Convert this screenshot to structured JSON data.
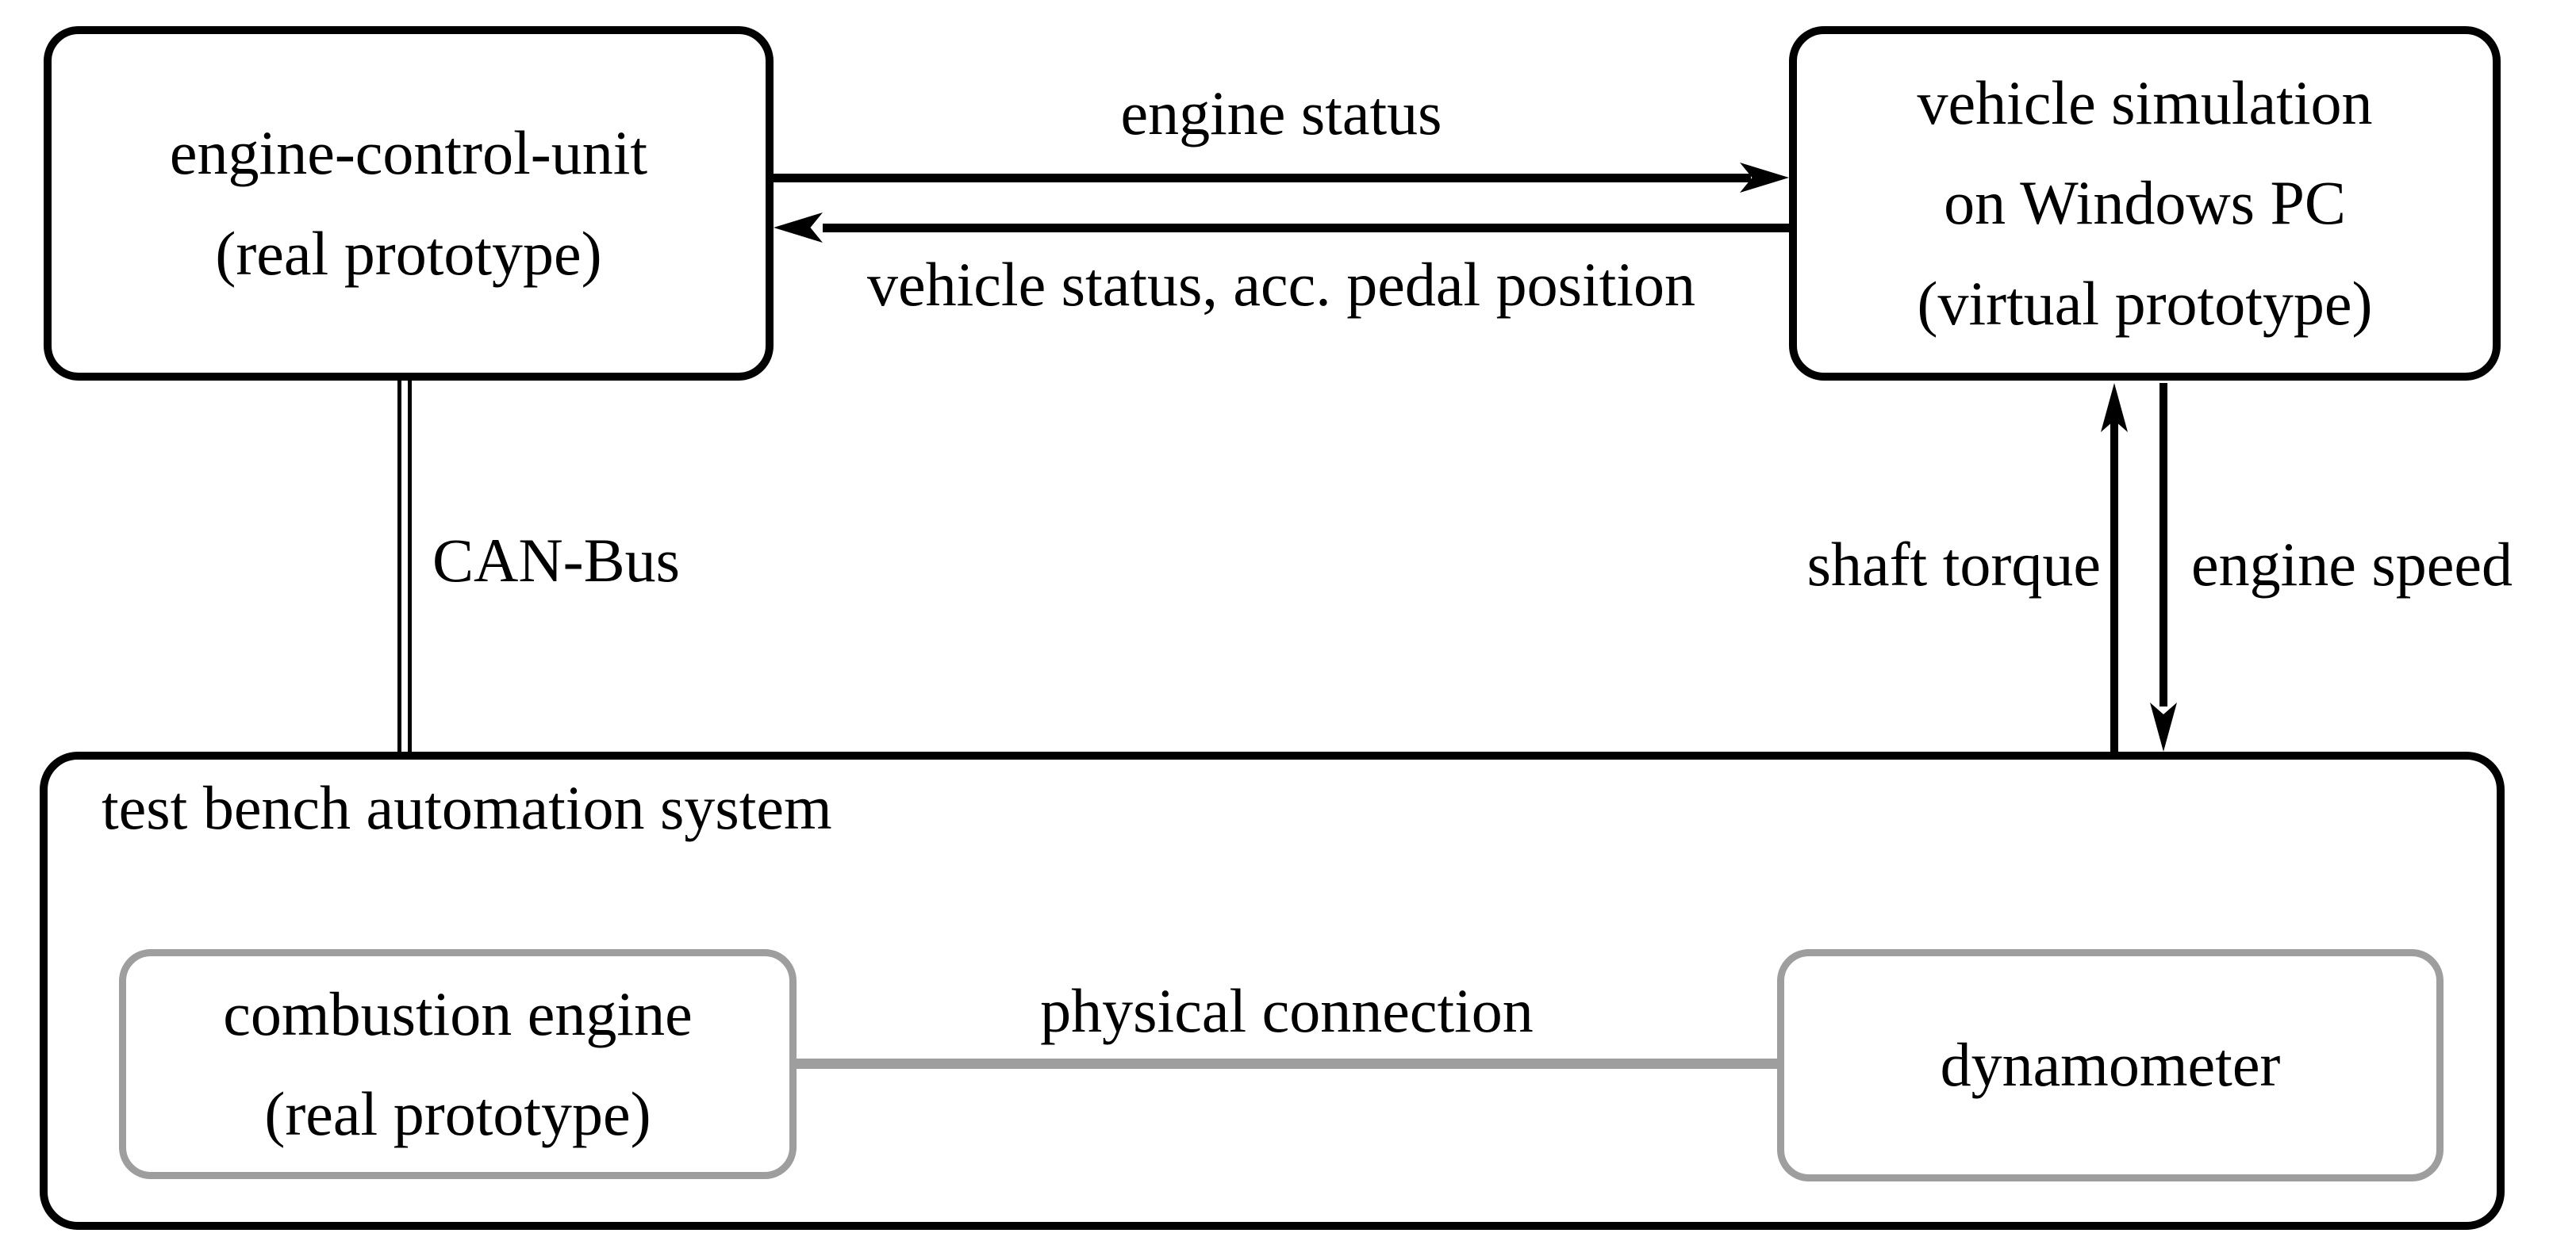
{
  "diagram": {
    "boxes": {
      "ecu": {
        "line1": "engine-control-unit",
        "line2": "(real prototype)"
      },
      "vehicle_sim": {
        "line1": "vehicle simulation",
        "line2": "on Windows PC",
        "line3": "(virtual prototype)"
      },
      "test_bench": {
        "label": "test bench automation system"
      },
      "combustion_engine": {
        "line1": "combustion engine",
        "line2": "(real prototype)"
      },
      "dynamometer": {
        "label": "dynamometer"
      }
    },
    "connections": {
      "engine_status": {
        "label": "engine status",
        "direction": "ecu-to-vehicle-sim"
      },
      "vehicle_status": {
        "label": "vehicle status, acc. pedal position",
        "direction": "vehicle-sim-to-ecu"
      },
      "can_bus": {
        "label": "CAN-Bus",
        "style": "double-line"
      },
      "shaft_torque": {
        "label": "shaft torque",
        "direction": "test-bench-to-vehicle-sim"
      },
      "engine_speed": {
        "label": "engine speed",
        "direction": "vehicle-sim-to-test-bench"
      },
      "physical_connection": {
        "label": "physical connection",
        "style": "gray-line"
      }
    },
    "colors": {
      "line_black": "#000000",
      "line_gray": "#9e9e9e",
      "background": "#ffffff"
    }
  }
}
